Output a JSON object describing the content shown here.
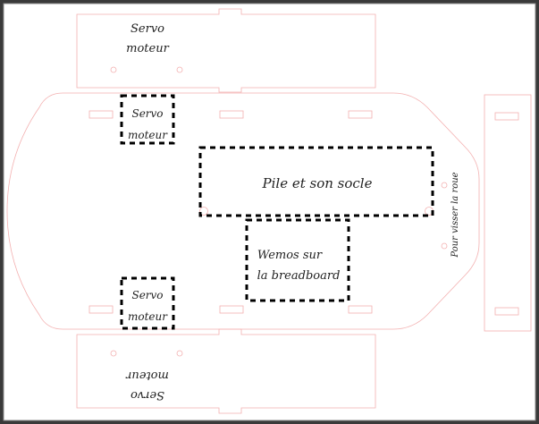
{
  "labels": {
    "top_servo_line1": "Servo",
    "top_servo_line2": "moteur",
    "left_upper_servo_line1": "Servo",
    "left_upper_servo_line2": "moteur",
    "battery": "Pile et son socle",
    "wemos_line1": "Wemos sur",
    "wemos_line2": "la breadboard",
    "left_lower_servo_line1": "Servo",
    "left_lower_servo_line2": "moteur",
    "bottom_servo_line1": "Servo",
    "bottom_servo_line2": "moteur",
    "wheel_note": "Pour visser la roue"
  },
  "colors": {
    "background": "#3a3a3a",
    "sheet": "#ffffff",
    "cut_line": "#f3b0b0",
    "dashed_box": "#000000",
    "text": "#222222"
  }
}
